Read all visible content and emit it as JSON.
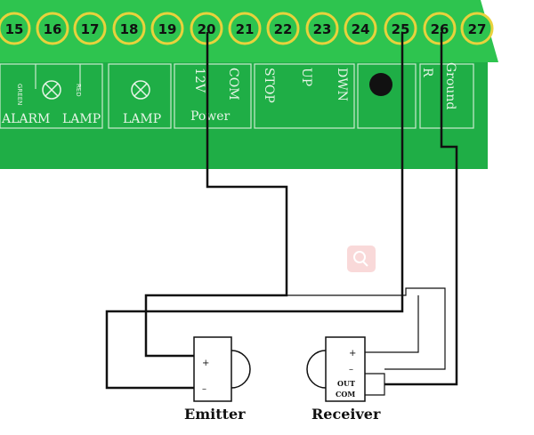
{
  "terminals": [
    "15",
    "16",
    "17",
    "18",
    "19",
    "20",
    "21",
    "22",
    "23",
    "24",
    "25",
    "26",
    "27"
  ],
  "board": {
    "labels": {
      "alarm": "ALARM",
      "lamp1": "LAMP",
      "lamp2": "LAMP",
      "power": "Power",
      "v12": "12V",
      "com": "COM",
      "stop": "STOP",
      "up": "UP",
      "down": "DWN",
      "r": "R",
      "ground": "Ground",
      "green": "GREEN",
      "red": "RED"
    },
    "colors": {
      "board": "#1fae46",
      "terminal": "#2ec44f",
      "terminal_ring": "#e8d23c"
    }
  },
  "emitter": {
    "label": "Emitter",
    "plus": "+",
    "minus": "–"
  },
  "receiver": {
    "label": "Receiver",
    "plus": "+",
    "minus": "–",
    "out": "OUT",
    "com": "COM"
  }
}
